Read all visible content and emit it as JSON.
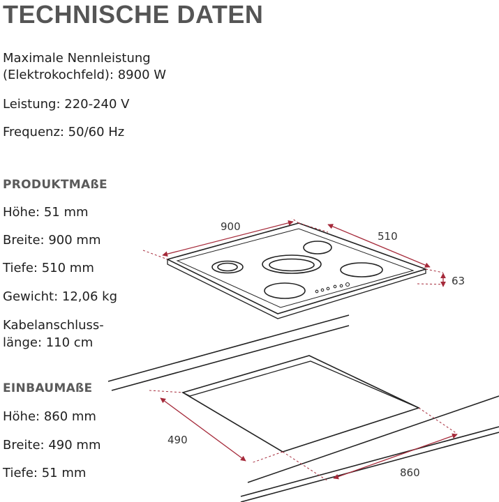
{
  "title": "TECHNISCHE DATEN",
  "specs": {
    "power_line1": "Maximale Nennleistung",
    "power_line2": "(Elektrokochfeld): 8900 W",
    "voltage": "Leistung: 220-240 V",
    "frequency": "Frequenz: 50/60 Hz"
  },
  "product": {
    "heading": "PRODUKTMAßE",
    "height": "Höhe: 51 mm",
    "width": "Breite: 900 mm",
    "depth": "Tiefe: 510 mm",
    "weight": "Gewicht: 12,06 kg",
    "cable_line1": "Kabelanschluss-",
    "cable_line2": "länge: 110 cm"
  },
  "install": {
    "heading": "EINBAUMAßE",
    "height": "Höhe: 860 mm",
    "width": "Breite: 490 mm",
    "depth": "Tiefe: 51 mm"
  },
  "diagram": {
    "hob_width": "900",
    "hob_depth": "510",
    "hob_height": "63",
    "cutout_depth": "490",
    "cutout_width": "860"
  },
  "colors": {
    "dimension_line": "#a52a3a",
    "outline": "#222222",
    "title": "#555555"
  }
}
